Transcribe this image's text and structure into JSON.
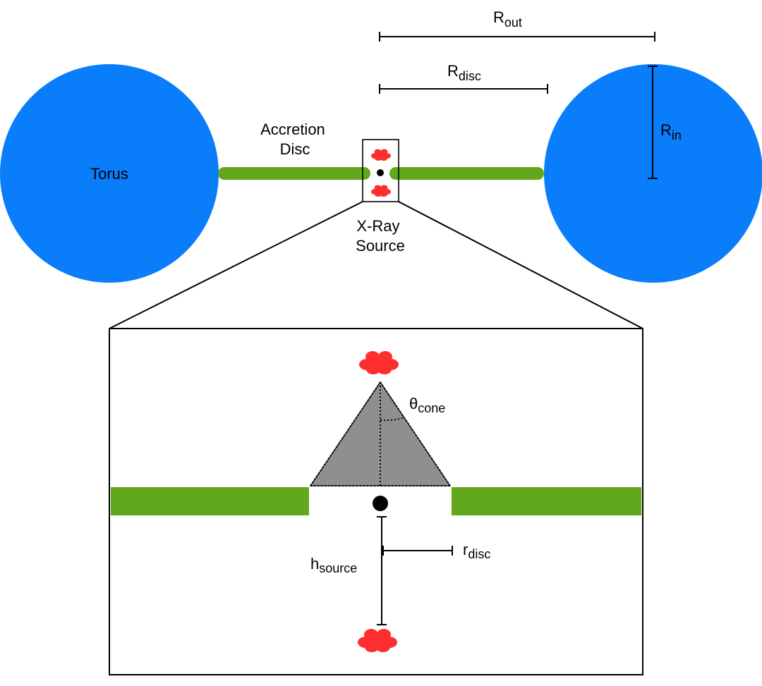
{
  "colors": {
    "torus": "#0A7DFA",
    "disc": "#62A81C",
    "cloud": "#FF2E2E",
    "cone": "#8F8F8F",
    "line": "#000000"
  },
  "labels": {
    "torus": "Torus",
    "accretion_disc_line1": "Accretion",
    "accretion_disc_line2": "Disc",
    "xray_source_line1": "X-Ray",
    "xray_source_line2": "Source",
    "r_out": {
      "main": "R",
      "sub": "out"
    },
    "r_disc_outer": {
      "main": "R",
      "sub": "disc"
    },
    "r_in": {
      "main": "R",
      "sub": "in"
    },
    "theta_cone": {
      "main": "θ",
      "sub": "cone"
    },
    "r_disc_inner": {
      "main": "r",
      "sub": "disc"
    },
    "h_source": {
      "main": "h",
      "sub": "source"
    }
  }
}
